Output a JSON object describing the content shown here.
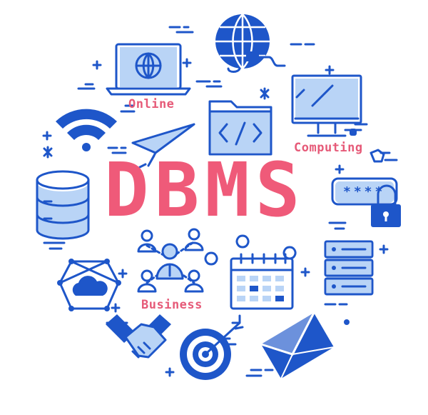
{
  "title": "DBMS",
  "labels": {
    "online": "Online",
    "computing": "Computing",
    "business": "Business"
  },
  "password_mask": "****",
  "colors": {
    "title": "#ef5a79",
    "label": "#e65a78",
    "blue": "#1e56c9",
    "light_blue": "#b9d4f6",
    "background": "#ffffff"
  },
  "icons": [
    "laptop-globe-icon",
    "globe-icon",
    "monitor-icon",
    "wifi-icon",
    "paper-plane-icon",
    "code-folder-icon",
    "database-icon",
    "password-lock-icon",
    "team-network-icon",
    "cloud-network-icon",
    "calendar-icon",
    "server-rack-icon",
    "handshake-icon",
    "target-icon",
    "envelope-icon"
  ]
}
